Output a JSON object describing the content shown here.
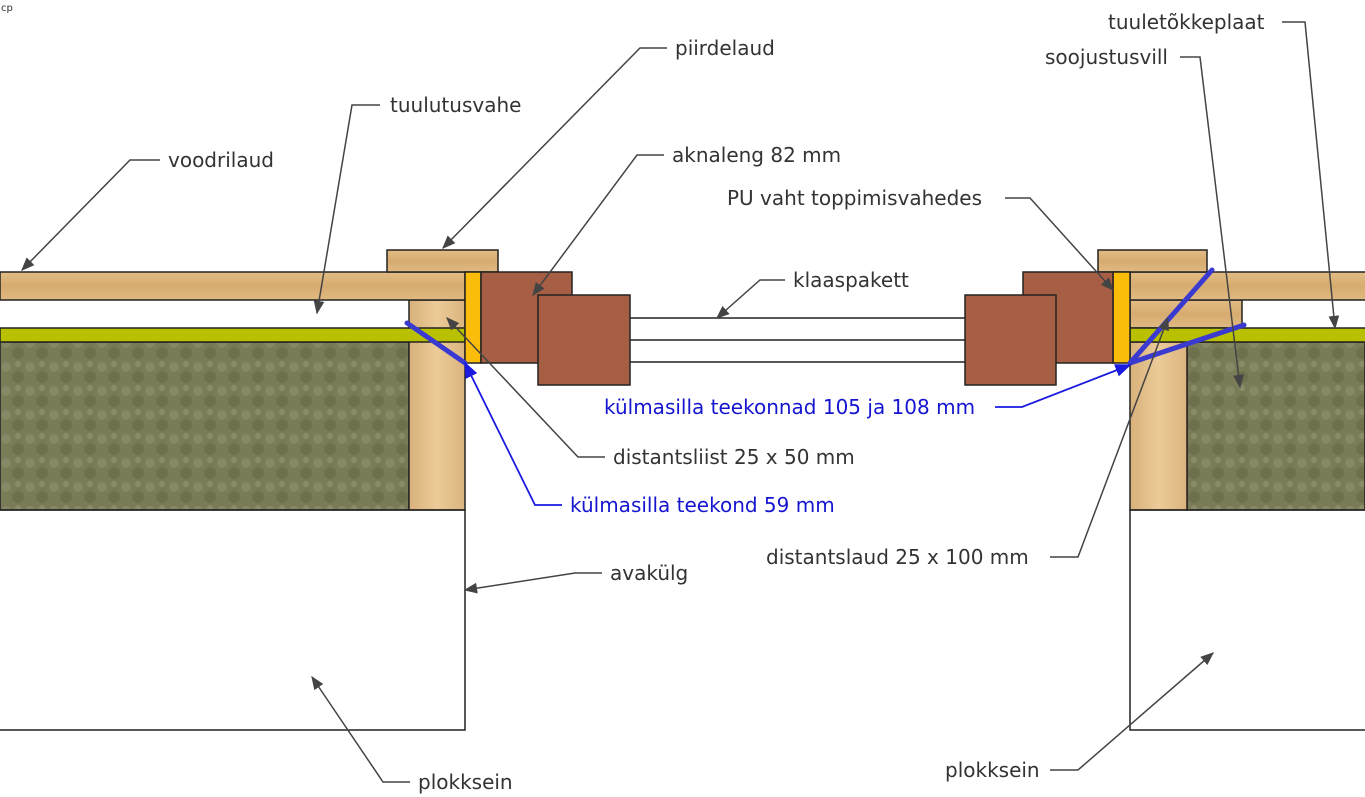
{
  "corner_mark": "cp",
  "labels": {
    "voodrilaud": "voodrilaud",
    "tuulutusvahe": "tuulutusvahe",
    "piirdelaud": "piirdelaud",
    "aknaleng": "aknaleng 82 mm",
    "pu_vaht": "PU vaht toppimisvahedes",
    "klaaspakett": "klaaspakett",
    "distantsliist": "distantsliist 25 x 50 mm",
    "kulmasild_left": "külmasilla teekond 59 mm",
    "kulmasild_right": "külmasilla teekonnad 105 ja 108 mm",
    "avakulg": "avakülg",
    "plokksein_left": "plokksein",
    "plokksein_right": "plokksein",
    "distantslaud": "distantslaud 25 x 100 mm",
    "soojustusvill": "soojustusvill",
    "tuuletokkeplaat": "tuuletõkkeplaat"
  },
  "colors": {
    "wood": "#dcb47e",
    "frame": "#a65e45",
    "foam": "#fbbd0a",
    "windbarrier": "#b8c000",
    "insulation": "#7c7e5a",
    "coldbridge": "#3a3ad0"
  }
}
